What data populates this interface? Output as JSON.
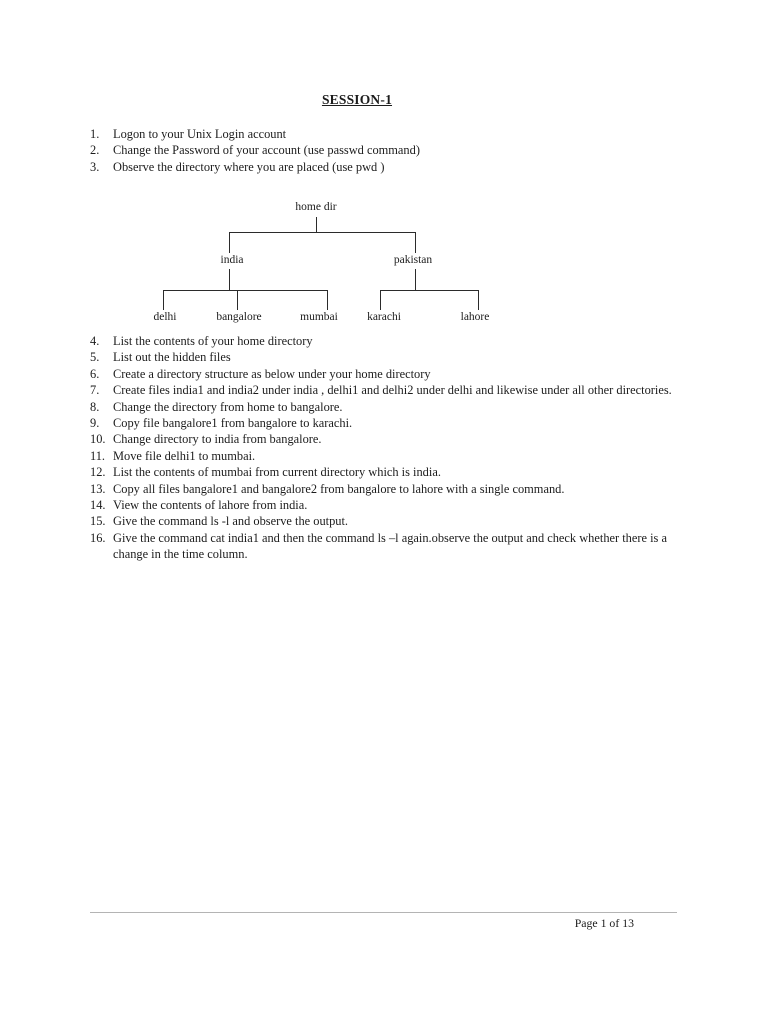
{
  "title": "SESSION-1",
  "list": {
    "items": [
      {
        "num": "1.",
        "text": "Logon to your Unix Login account"
      },
      {
        "num": "2.",
        "text": "Change the Password of your account (use passwd command)"
      },
      {
        "num": "3.",
        "text": "Observe the directory where you are placed (use pwd )"
      },
      {
        "num": "4.",
        "text": "List the contents of your home directory"
      },
      {
        "num": "5.",
        "text": "List out the hidden files"
      },
      {
        "num": "6.",
        "text": "Create a directory structure as below under your home directory"
      },
      {
        "num": "7.",
        "text": "Create files india1 and india2 under india , delhi1 and delhi2 under delhi  and likewise under all other directories."
      },
      {
        "num": "8.",
        "text": "Change the directory from home to bangalore."
      },
      {
        "num": "9.",
        "text": "Copy file bangalore1  from bangalore to karachi."
      },
      {
        "num": "10.",
        "text": "Change directory to india from bangalore."
      },
      {
        "num": "11.",
        "text": "Move file delhi1 to mumbai."
      },
      {
        "num": "12.",
        "text": "List the contents of mumbai from current directory  which is india."
      },
      {
        "num": "13.",
        "text": "Copy all files bangalore1 and bangalore2 from bangalore to lahore with a single command."
      },
      {
        "num": "14.",
        "text": "View the contents of  lahore from india."
      },
      {
        "num": "15.",
        "text": "Give the command ls  -l  and observe the output."
      },
      {
        "num": "16.",
        "text": "Give the command cat india1 and then the command ls –l again.observe the output and check whether there is a change in the time column."
      }
    ]
  },
  "tree": {
    "root": "home dir",
    "level1": [
      "india",
      "pakistan"
    ],
    "india_children": [
      "delhi",
      "bangalore",
      "mumbai"
    ],
    "pakistan_children": [
      "karachi",
      "lahore"
    ]
  },
  "footer": {
    "page_label": "Page 1 of 13"
  }
}
